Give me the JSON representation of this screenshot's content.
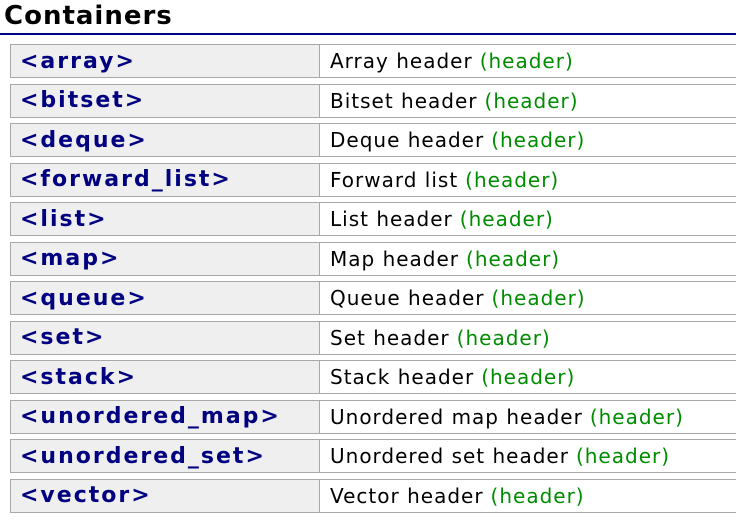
{
  "page": {
    "title": "Containers"
  },
  "colors": {
    "accent_navy": "#000080",
    "link_navy": "#000080",
    "tag_green": "#008C00",
    "row_border": "#a8a8a8",
    "left_cell_bg": "#efefef",
    "page_bg": "#ffffff",
    "text_black": "#000000"
  },
  "table": {
    "rows": [
      {
        "header": "<array>",
        "description": "Array header",
        "tag": "(header)"
      },
      {
        "header": "<bitset>",
        "description": "Bitset header",
        "tag": "(header)"
      },
      {
        "header": "<deque>",
        "description": "Deque header",
        "tag": "(header)"
      },
      {
        "header": "<forward_list>",
        "description": "Forward list",
        "tag": "(header)"
      },
      {
        "header": "<list>",
        "description": "List header",
        "tag": "(header)"
      },
      {
        "header": "<map>",
        "description": "Map header",
        "tag": "(header)"
      },
      {
        "header": "<queue>",
        "description": "Queue header",
        "tag": "(header)"
      },
      {
        "header": "<set>",
        "description": "Set header",
        "tag": "(header)"
      },
      {
        "header": "<stack>",
        "description": "Stack header",
        "tag": "(header)"
      },
      {
        "header": "<unordered_map>",
        "description": "Unordered map header",
        "tag": "(header)"
      },
      {
        "header": "<unordered_set>",
        "description": "Unordered set header",
        "tag": "(header)"
      },
      {
        "header": "<vector>",
        "description": "Vector header",
        "tag": "(header)"
      }
    ]
  }
}
